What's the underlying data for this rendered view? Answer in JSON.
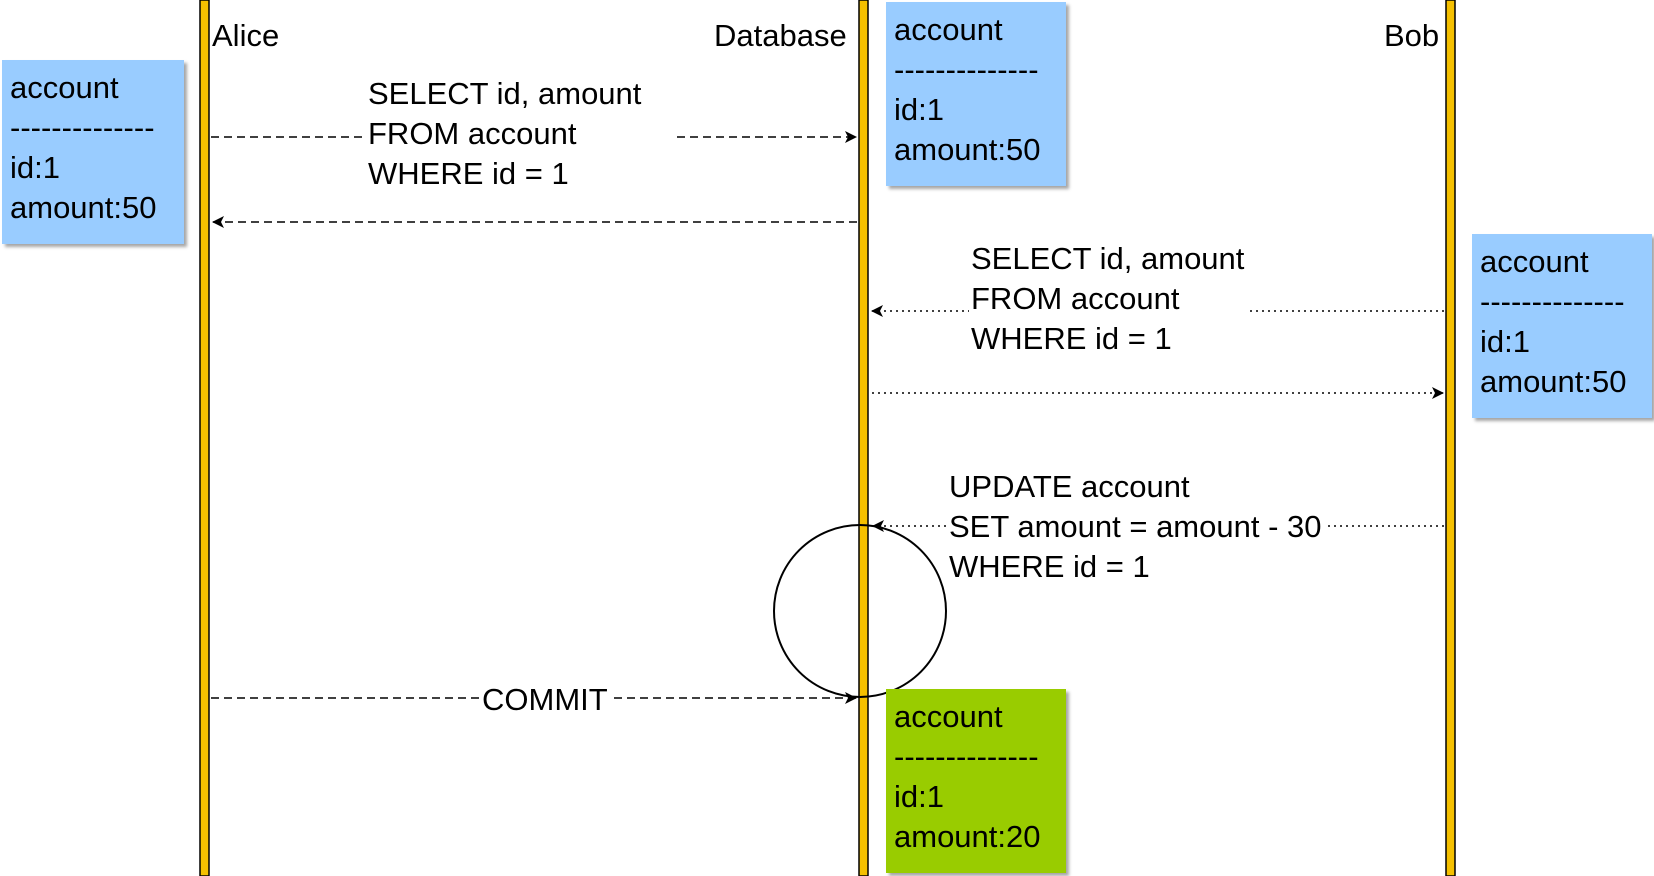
{
  "participants": {
    "alice": "Alice",
    "database": "Database",
    "bob": "Bob"
  },
  "messages": {
    "alice_select": [
      "SELECT id, amount",
      "FROM account",
      "WHERE id = 1"
    ],
    "bob_select": [
      "SELECT id, amount",
      "FROM account",
      "WHERE id = 1"
    ],
    "bob_update": [
      "UPDATE account",
      "SET amount = amount - 30",
      "WHERE id = 1"
    ],
    "alice_commit": "COMMIT"
  },
  "records": {
    "alice_view": {
      "table": "account",
      "separator": "--------------",
      "id": "id:1",
      "amount": "amount:50"
    },
    "db_initial": {
      "table": "account",
      "separator": "--------------",
      "id": "id:1",
      "amount": "amount:50"
    },
    "bob_view": {
      "table": "account",
      "separator": "--------------",
      "id": "id:1",
      "amount": "amount:50"
    },
    "db_final": {
      "table": "account",
      "separator": "--------------",
      "id": "id:1",
      "amount": "amount:20"
    }
  },
  "colors": {
    "lifeline": "#f5c000",
    "record_box": "#99ccff",
    "record_box_committed": "#99cc00"
  }
}
